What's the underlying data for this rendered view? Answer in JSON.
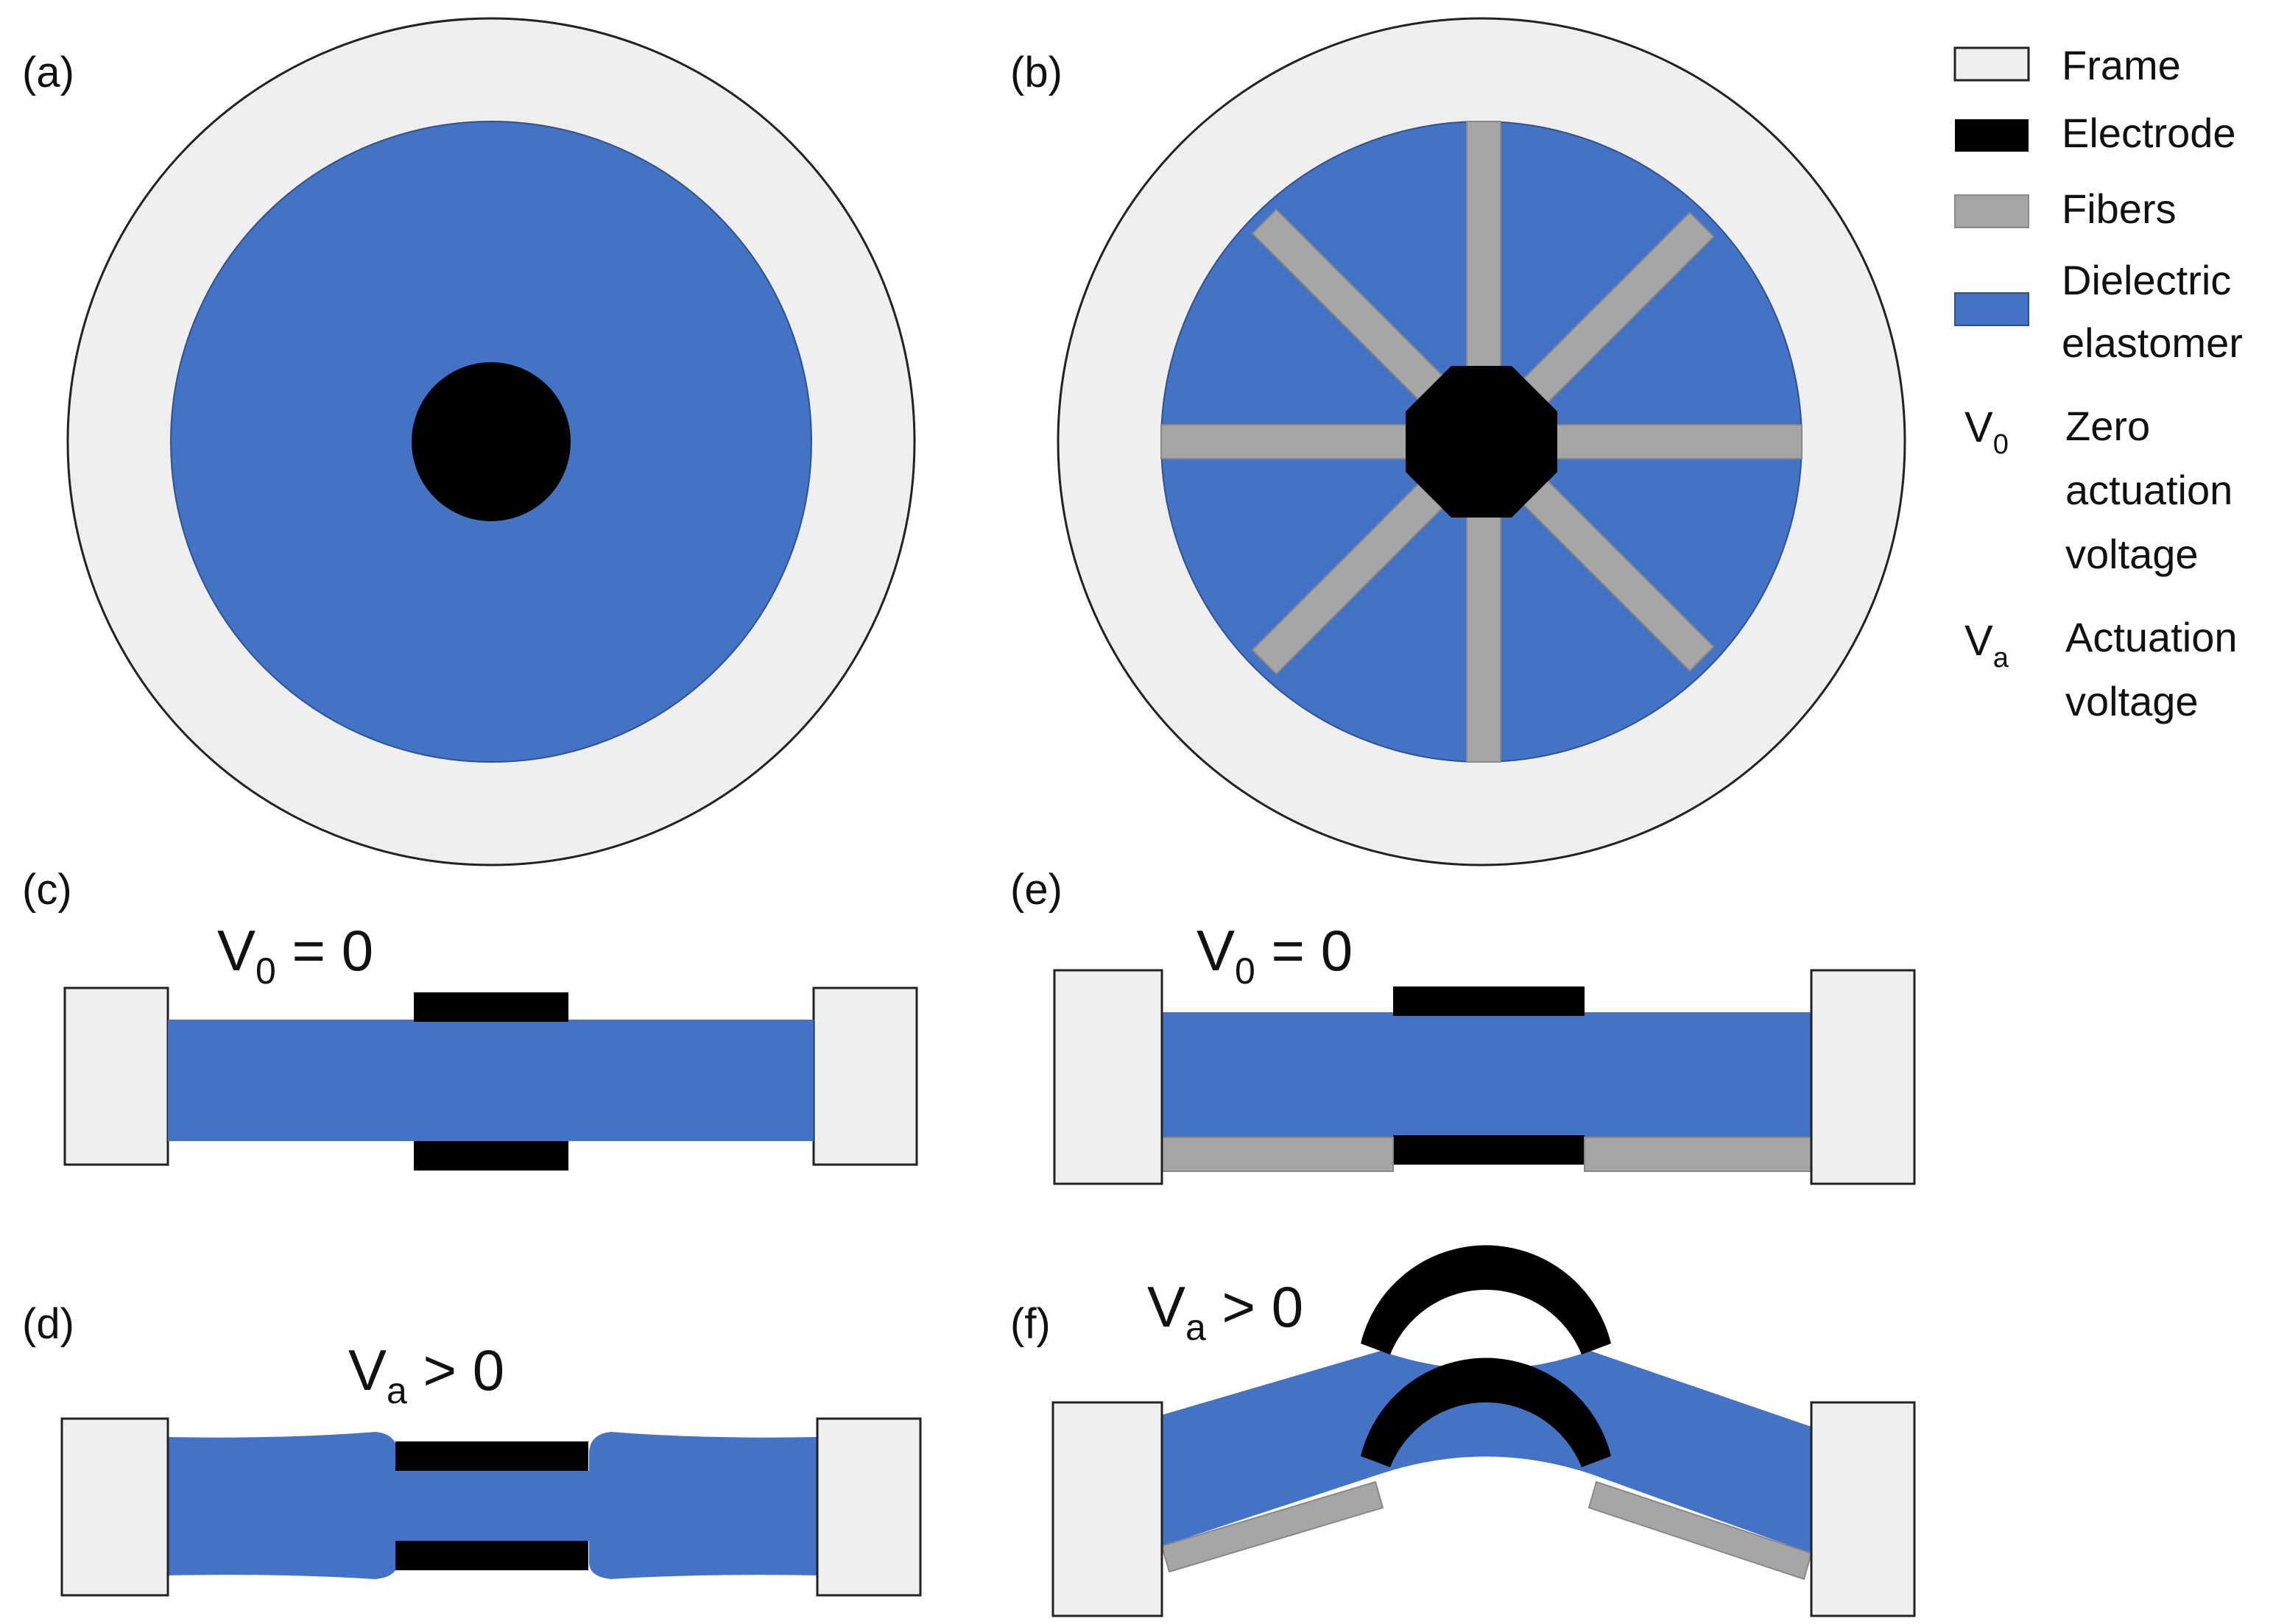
{
  "colors": {
    "frame": "#efefef",
    "electrode": "#000000",
    "fibers": "#a6a6a6",
    "dielectric": "#4472c4",
    "outline": "#222222",
    "background": "#ffffff"
  },
  "panels": {
    "a": {
      "label": "(a)"
    },
    "b": {
      "label": "(b)"
    },
    "c": {
      "label": "(c)",
      "voltage": "V",
      "voltage_sub": "0",
      "relation": " = 0"
    },
    "d": {
      "label": "(d)",
      "voltage": "V",
      "voltage_sub": "a",
      "relation": " > 0"
    },
    "e": {
      "label": "(e)",
      "voltage": "V",
      "voltage_sub": "0",
      "relation": " = 0"
    },
    "f": {
      "label": "(f)",
      "voltage": "V",
      "voltage_sub": "a",
      "relation": " > 0"
    }
  },
  "legend": {
    "frame": {
      "label": "Frame"
    },
    "electrode": {
      "label": "Electrode"
    },
    "fibers": {
      "label": "Fibers"
    },
    "dielectric": {
      "line1": "Dielectric",
      "line2": "elastomer"
    },
    "v0": {
      "symbol": "V",
      "sub": "0",
      "line1": "Zero",
      "line2": "actuation",
      "line3": "voltage"
    },
    "va": {
      "symbol": "V",
      "sub": "a",
      "line1": "Actuation",
      "line2": "voltage"
    }
  }
}
